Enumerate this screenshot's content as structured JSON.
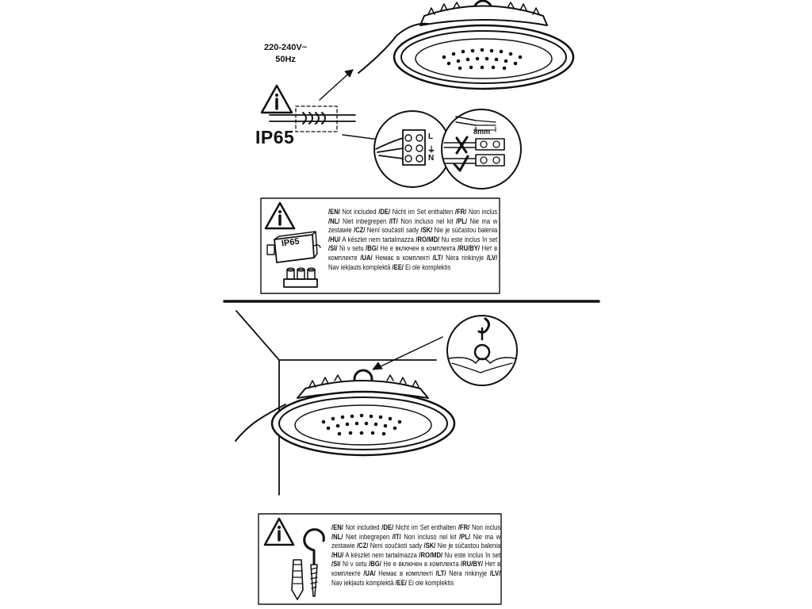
{
  "wiring": {
    "voltage_line1": "220-240V~",
    "voltage_line2": "50Hz",
    "ip_rating": "IP65",
    "terminal_live": "L",
    "terminal_earth": "⏚",
    "terminal_neutral": "N",
    "strip_length": "8mm",
    "box_label": "IP65"
  },
  "notices": [
    {
      "segments": [
        {
          "code": "/EN/",
          "text": " Not included "
        },
        {
          "code": "/DE/",
          "text": " Nicht im Set enthalten "
        },
        {
          "code": "/FR/",
          "text": " Non inclus "
        },
        {
          "code": "/NL/",
          "text": " Niet inbegrepen "
        },
        {
          "code": "/IT/",
          "text": " Non incluso nel kit "
        },
        {
          "code": "/PL/",
          "text": " Nie ma w zestawie "
        },
        {
          "code": "/CZ/",
          "text": " Není součástí sady "
        },
        {
          "code": "/SK/",
          "text": " Nie je súčastou balenia "
        },
        {
          "code": "/HU/",
          "text": " A készlet nem tartalmazza "
        },
        {
          "code": "/RO/MD/",
          "text": " Nu este inclus în set "
        },
        {
          "code": "/SI/",
          "text": " Ni v setu "
        },
        {
          "code": "/BG/",
          "text": " He e включен в комплекта "
        },
        {
          "code": "/RU/BY/",
          "text": " Нет в комплекте "
        },
        {
          "code": "/UA/",
          "text": " Немає в комплекті "
        },
        {
          "code": "/LT/",
          "text": " Nėra rinkinyje "
        },
        {
          "code": "/LV/",
          "text": " Nav iekļauts komplektā "
        },
        {
          "code": "/EE/",
          "text": " Ei ole komplektis"
        }
      ]
    },
    {
      "segments": [
        {
          "code": "/EN/",
          "text": " Not included "
        },
        {
          "code": "/DE/",
          "text": " Nicht im Set enthalten "
        },
        {
          "code": "/FR/",
          "text": " Non inclus "
        },
        {
          "code": "/NL/",
          "text": " Niet inbegrepen "
        },
        {
          "code": "/IT/",
          "text": " Non incluso nel kit "
        },
        {
          "code": "/PL/",
          "text": " Nie ma w zestawie "
        },
        {
          "code": "/CZ/",
          "text": " Není součástí sady "
        },
        {
          "code": "/SK/",
          "text": " Nie je súčastou balenia "
        },
        {
          "code": "/HU/",
          "text": " A készlet nem tartalmazza "
        },
        {
          "code": "/RO/MD/",
          "text": " Nu este inclus în set "
        },
        {
          "code": "/SI/",
          "text": " Ni v setu "
        },
        {
          "code": "/BG/",
          "text": " He e включен в комплекта "
        },
        {
          "code": "/RU/BY/",
          "text": " Нет в комплекте "
        },
        {
          "code": "/UA/",
          "text": " Немає в комплекті "
        },
        {
          "code": "/LT/",
          "text": " Nėra rinkinyje "
        },
        {
          "code": "/LV/",
          "text": " Nav iekļauts komplektā "
        },
        {
          "code": "/EE/",
          "text": " Ei ole komplektis"
        }
      ]
    }
  ],
  "icons": [
    "warning-icon",
    "lamp-icon",
    "hook-icon",
    "wall-plug-icon",
    "terminal-block-icon",
    "junction-box-icon"
  ]
}
